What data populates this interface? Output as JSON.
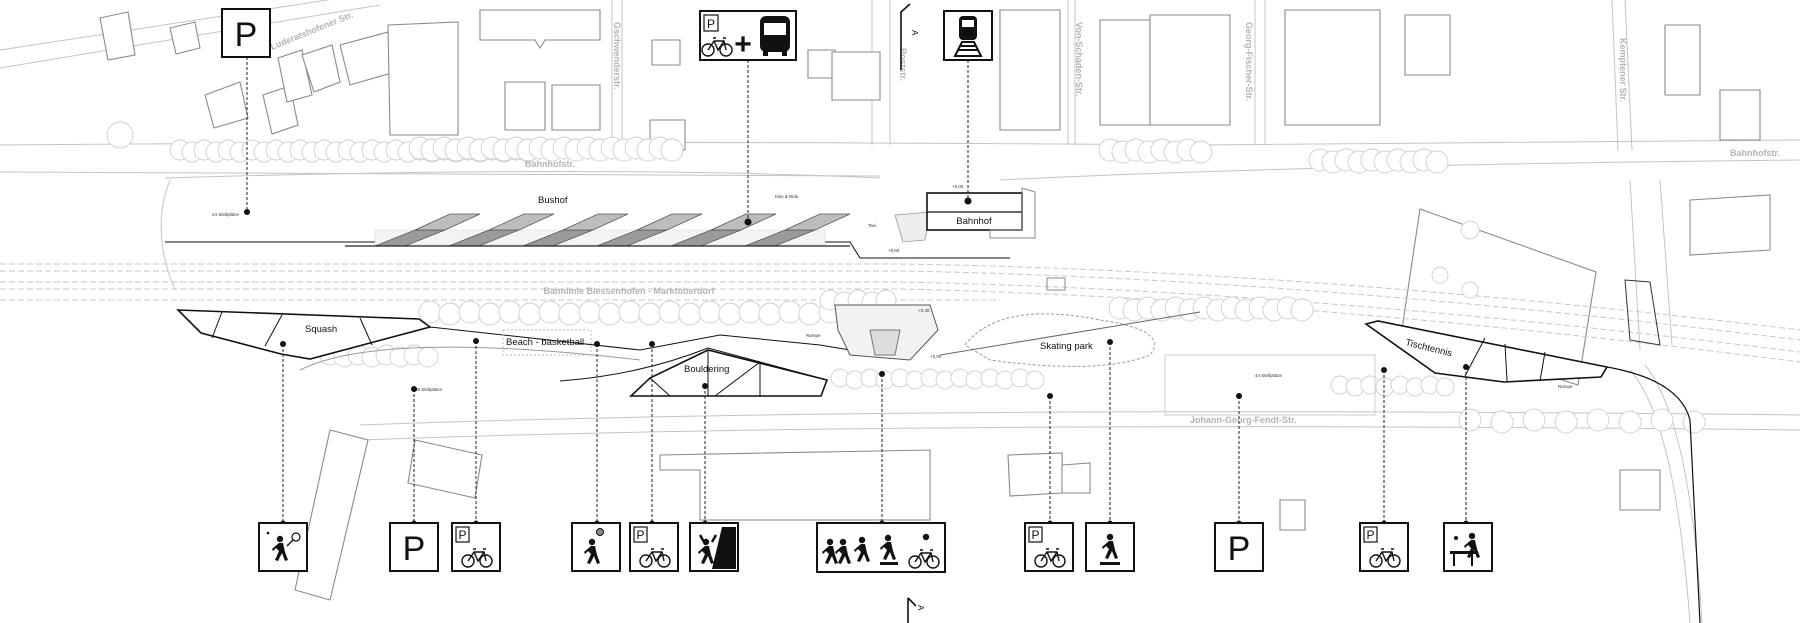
{
  "title": "Lageplan Bahnhof Umfeld",
  "streets": {
    "luderatshofener": "Luderatshofener Str.",
    "gschwender": "Gschwenderstr.",
    "post": "Poststr.",
    "von_schaden": "Von-Schaden-Str.",
    "georg_fischer": "Georg-Fischer-Str.",
    "kemptener": "Kemptener Str.",
    "bahnhof_left": "Bahnhofstr.",
    "bahnhof_right": "Bahnhofstr.",
    "johann_georg_fendt": "Johann-Georg-Fendt-Str.",
    "railway": "Bahnlinie Biessenhofen - Marktoberdorf"
  },
  "areas": {
    "bushof": "Bushof",
    "bahnhof": "Bahnhof",
    "kiss_ride": "Kiss & Ride",
    "taxi": "Taxi",
    "squash": "Squash",
    "beach_basketball": "Beach - basketball",
    "bouldering": "Bouldering",
    "skating_park": "Skating park",
    "tischtennis": "Tischtennis",
    "parking_24": "24 Stellplätze",
    "parking_35": "35 Stellplätze",
    "parking_44": "44 Stellplätze",
    "rampe": "Rampe"
  },
  "elevations": [
    "+0,00",
    "+0,60",
    "+0,40",
    "+0,00"
  ],
  "section_marker": "A",
  "signs": {
    "parking_letter": "P",
    "plus": "+",
    "top": [
      "parking-icon",
      "park-and-ride-bike-bus-icon",
      "train-icon"
    ],
    "bottom": [
      "squash-icon",
      "parking-icon",
      "bike-parking-icon",
      "basketball-icon",
      "bike-parking-icon",
      "bouldering-icon",
      "pedestrians-skate-bike-icon",
      "bike-parking-icon",
      "skateboard-icon",
      "parking-icon",
      "bike-parking-icon",
      "table-tennis-icon"
    ]
  }
}
